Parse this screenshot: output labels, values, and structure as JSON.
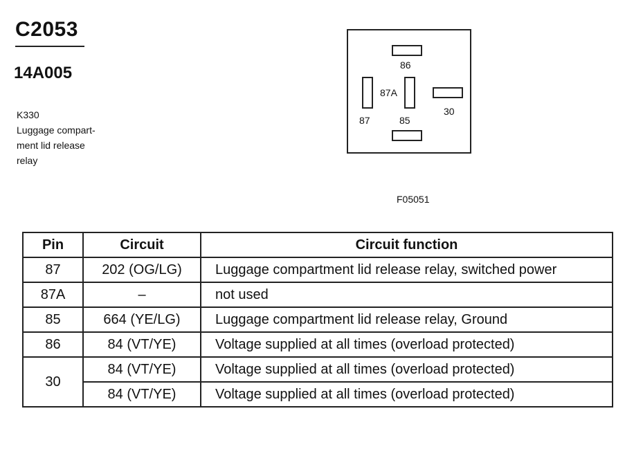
{
  "header": {
    "connector_id": "C2053",
    "part_number": "14A005",
    "component_lines": [
      "K330",
      "Luggage compart-",
      "ment lid release",
      "relay"
    ]
  },
  "diagram": {
    "pin_labels": {
      "p86": "86",
      "p87a": "87A",
      "p30": "30",
      "p87": "87",
      "p85": "85"
    },
    "figure_code": "F05051"
  },
  "table": {
    "headers": {
      "pin": "Pin",
      "circuit": "Circuit",
      "function": "Circuit function"
    },
    "rows": [
      {
        "pin": "87",
        "circuit": "202 (OG/LG)",
        "function": "Luggage compartment lid release relay, switched power"
      },
      {
        "pin": "87A",
        "circuit": "–",
        "function": "not used"
      },
      {
        "pin": "85",
        "circuit": "664 (YE/LG)",
        "function": "Luggage compartment lid release relay, Ground"
      },
      {
        "pin": "86",
        "circuit": "84 (VT/YE)",
        "function": "Voltage supplied at all times (overload protected)"
      },
      {
        "pin": "30",
        "circuit": "84 (VT/YE)",
        "function": "Voltage supplied at all times (overload protected)"
      },
      {
        "pin": "",
        "circuit": "84 (VT/YE)",
        "function": "Voltage supplied at all times (overload protected)"
      }
    ]
  }
}
